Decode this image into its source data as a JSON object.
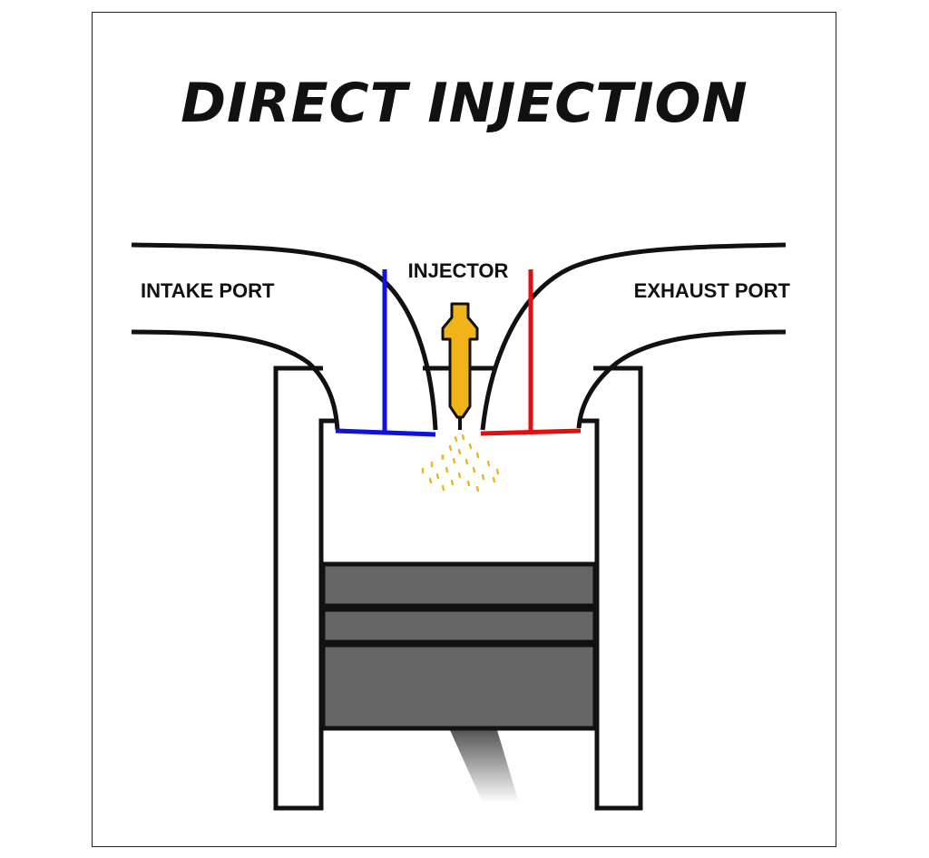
{
  "title": "DIRECT INJECTION",
  "labels": {
    "intake": "INTAKE PORT",
    "injector": "INJECTOR",
    "exhaust": "EXHAUST PORT"
  },
  "colors": {
    "outline": "#111111",
    "intake_valve": "#1010e0",
    "exhaust_valve": "#e01010",
    "injector": "#f0b418",
    "fuel_spray": "#f0b418",
    "piston": "#666666",
    "connecting_rod": "#555555",
    "background": "#ffffff"
  }
}
